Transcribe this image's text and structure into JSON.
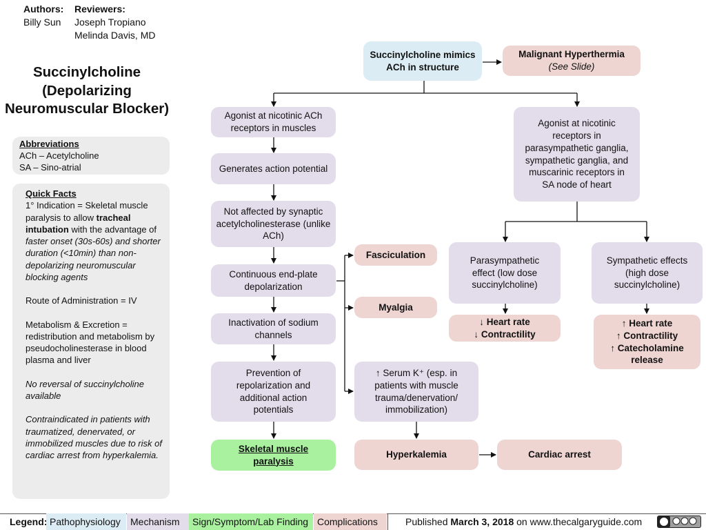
{
  "header": {
    "authors_label": "Authors:",
    "authors": "Billy Sun",
    "reviewers_label": "Reviewers:",
    "reviewers": [
      "Joseph Tropiano",
      "Melinda Davis, MD"
    ]
  },
  "title": [
    "Succinylcholine",
    "(Depolarizing",
    "Neuromuscular Blocker)"
  ],
  "abbreviations": {
    "heading": "Abbreviations",
    "items": [
      "ACh – Acetylcholine",
      "SA – Sino-atrial"
    ]
  },
  "quick_facts": {
    "heading": "Quick Facts",
    "p1": {
      "a": "1° Indication = Skeletal muscle paralysis to allow ",
      "b": "tracheal intubation",
      "c": " with the advantage of ",
      "d": "faster onset (30s-60s) and shorter duration (<10min) than non-depolarizing neuromuscular blocking agents"
    },
    "p2": "Route of Administration = IV",
    "p3": "Metabolism & Excretion = redistribution and metabolism by pseudocholinesterase in blood plasma and liver",
    "p4": "No reversal of succinylcholine available",
    "p5": "Contraindicated in patients with traumatized, denervated, or immobilized muscles due to risk of cardiac arrest from hyperkalemia."
  },
  "nodes": {
    "mimics": "Succinylcholine mimics ACh in structure",
    "mh_title": "Malignant Hyperthermia",
    "mh_note": "(See Slide)",
    "agonist_muscle": "Agonist at nicotinic ACh receptors in muscles",
    "agonist_ganglia": "Agonist at nicotinic receptors in parasympathetic ganglia, sympathetic ganglia, and muscarinic receptors in SA node of heart",
    "generates": "Generates action potential",
    "not_affected": "Not affected by synaptic acetylcholinesterase (unlike ACh)",
    "continuous": "Continuous end-plate depolarization",
    "inactivation": "Inactivation of sodium channels",
    "prevention": "Prevention of repolarization and additional action potentials",
    "paralysis": "Skeletal muscle paralysis",
    "fasciculation": "Fasciculation",
    "myalgia": "Myalgia",
    "serum_k": "↑ Serum K⁺ (esp. in patients with muscle trauma/denervation/ immobilization)",
    "hyperkalemia": "Hyperkalemia",
    "cardiac_arrest": "Cardiac arrest",
    "parasympathetic": "Parasympathetic effect (low dose succinylcholine)",
    "sympathetic": "Sympathetic effects (high dose succinylcholine)",
    "para_effects": [
      "↓ Heart rate",
      "↓ Contractility"
    ],
    "symp_effects": [
      "↑ Heart rate",
      "↑ Contractility",
      "↑ Catecholamine",
      "release"
    ]
  },
  "legend": {
    "label": "Legend:",
    "items": [
      "Pathophysiology",
      "Mechanism",
      "Sign/Symptom/Lab Finding",
      "Complications"
    ],
    "colors": {
      "pathophysiology": "#dcecf4",
      "mechanism": "#e3ddeb",
      "symptom": "#a9f19f",
      "complications": "#eed5d2"
    },
    "published_prefix": "Published ",
    "published_date": "March 3, 2018",
    "published_suffix": " on www.thecalgaryguide.com",
    "license_badge": "cc-by-nc-sa-icon"
  }
}
